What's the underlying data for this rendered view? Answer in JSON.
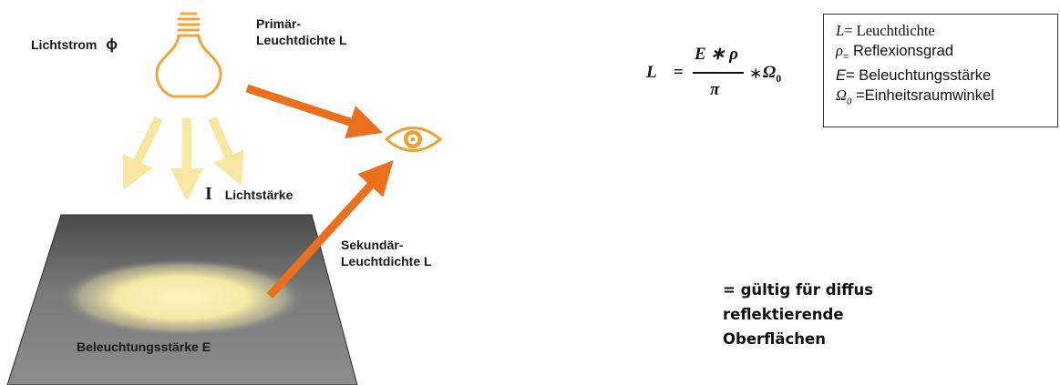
{
  "labels": {
    "lichtstrom": "Lichtstrom",
    "phi": "ϕ",
    "primaer_1": "Primär-",
    "primaer_2": "Leuchtdichte L",
    "intensity_symbol": "I",
    "lichtstaerke": "Lichtstärke",
    "sekundaer_1": "Sekundär-",
    "sekundaer_2": "Leuchtdichte L",
    "beleuchtungsstaerke": "Beleuchtungsstärke E"
  },
  "formula": {
    "lhs": "L",
    "equals": "=",
    "numerator": "E ∗ ρ",
    "denominator": "π",
    "times": "∗",
    "omega": "Ω",
    "omega_sub": "0"
  },
  "legend": [
    {
      "symbol": "L",
      "sub": "",
      "sep": "=",
      "text": " Leuchtdichte"
    },
    {
      "symbol": "ρ",
      "sub": "",
      "sep": "=",
      "text": " Reflexionsgrad"
    },
    {
      "symbol": "E",
      "sub": "",
      "sep": "=",
      "text": " Beleuchtungsstärke"
    },
    {
      "symbol": "Ω",
      "sub": "0",
      "sep": " =",
      "text": "Einheitsraumwinkel"
    }
  ],
  "note": [
    "= gültig für diffus",
    "reflektierende",
    "Oberflächen"
  ],
  "colors": {
    "arrow_orange": "#eb6f1c",
    "ray_yellow": "#f7e7a1",
    "bulb_orange": "#f0a43a",
    "eye_orange": "#f0a030",
    "surface_gray": "#6e6e6e",
    "glow_yellow": "#fbf0b0"
  },
  "icons": [
    "light-bulb-icon",
    "eye-icon"
  ]
}
